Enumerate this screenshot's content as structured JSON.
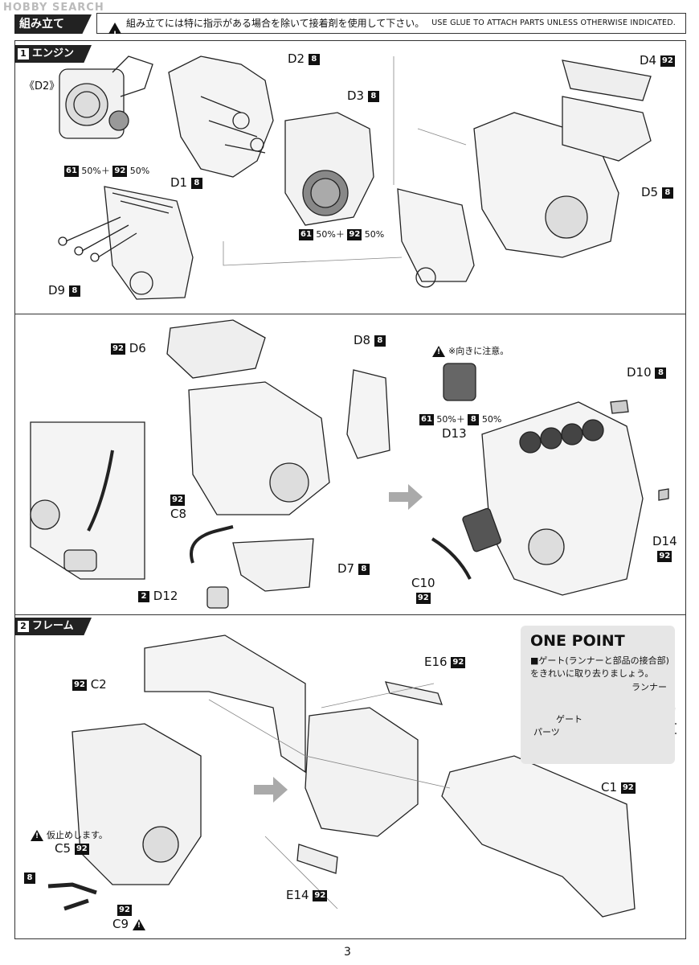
{
  "watermark": "HOBBY SEARCH",
  "header": {
    "title": "組み立て",
    "notice_jp": "組み立てには特に指示がある場合を除いて接着剤を使用して下さい。",
    "notice_en": "USE GLUE TO ATTACH PARTS UNLESS OTHERWISE INDICATED."
  },
  "section1": {
    "number": "1",
    "title": "エンジン",
    "d2_ref": "《D2》",
    "paint_a": {
      "c1": "61",
      "p1": "50%＋",
      "c2": "92",
      "p2": "50%"
    },
    "paint_b": {
      "c1": "61",
      "p1": "50%＋",
      "c2": "92",
      "p2": "50%"
    },
    "parts": [
      {
        "name": "D2",
        "color": "8"
      },
      {
        "name": "D3",
        "color": "8"
      },
      {
        "name": "D4",
        "color": "92"
      },
      {
        "name": "D1",
        "color": "8"
      },
      {
        "name": "D5",
        "color": "8"
      },
      {
        "name": "D9",
        "color": "8"
      }
    ]
  },
  "section1b": {
    "caution": "※向きに注意。",
    "paint_c": {
      "c1": "61",
      "p1": "50%＋",
      "c2": "8",
      "p2": "50%"
    },
    "parts": [
      {
        "name": "D6",
        "color": "92"
      },
      {
        "name": "D8",
        "color": "8"
      },
      {
        "name": "D10",
        "color": "8"
      },
      {
        "name": "D13",
        "color": ""
      },
      {
        "name": "C8",
        "color": "92"
      },
      {
        "name": "D14",
        "color": "92"
      },
      {
        "name": "D7",
        "color": "8"
      },
      {
        "name": "D12",
        "color": "2"
      },
      {
        "name": "C10",
        "color": "92"
      }
    ]
  },
  "section2": {
    "number": "2",
    "title": "フレーム",
    "tack_note": "仮止めします。",
    "parts": [
      {
        "name": "C2",
        "color": "92"
      },
      {
        "name": "E16",
        "color": "92"
      },
      {
        "name": "C1",
        "color": "92"
      },
      {
        "name": "C5",
        "color": "92"
      },
      {
        "name": "E14",
        "color": "92"
      },
      {
        "name": "C9",
        "color": "8"
      }
    ]
  },
  "one_point": {
    "title": "ONE POINT",
    "text": "■ゲート(ランナーと部品の接合部)をきれいに取り去りましょう。",
    "runner": "ランナー",
    "gate": "ゲート",
    "part": "パーツ"
  },
  "page_number": "3"
}
